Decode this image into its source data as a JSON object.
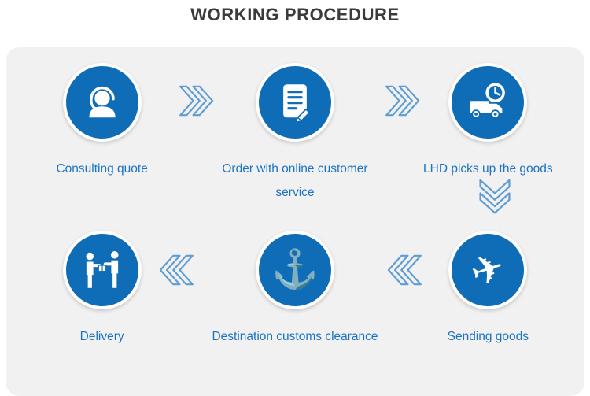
{
  "title": "WORKING PROCEDURE",
  "colors": {
    "circle_blue": "#0e6db6",
    "label_blue": "#1b73c2",
    "panel_gray": "#f1f1f2",
    "chevron_blue": "#5f9dd3",
    "title_dark": "#3b3b3b"
  },
  "steps": [
    {
      "label": "Consulting quote",
      "icon": "consulting-headset-icon"
    },
    {
      "label": "Order with online customer service",
      "icon": "order-document-pencil-icon"
    },
    {
      "label": "LHD picks up the goods",
      "icon": "pickup-truck-clock-icon"
    },
    {
      "label": "Sending goods",
      "icon": "airplane-icon",
      "glyph": "✈"
    },
    {
      "label": "Destination customs clearance",
      "icon": "anchor-icon",
      "glyph": "⚓"
    },
    {
      "label": "Delivery",
      "icon": "delivery-handover-icon"
    }
  ]
}
